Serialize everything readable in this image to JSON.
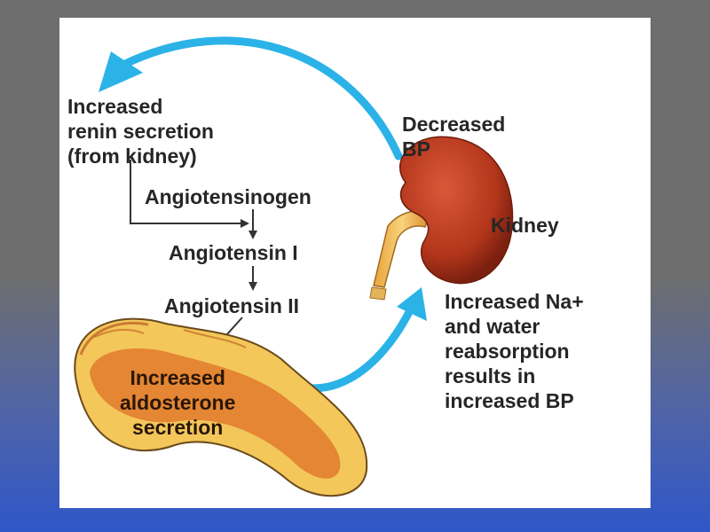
{
  "diagram": {
    "labels": {
      "renin": "Increased\nrenin secretion\n(from kidney)",
      "decreased_bp": "Decreased\nBP",
      "angiotensinogen": "Angiotensinogen",
      "angiotensin_1": "Angiotensin I",
      "angiotensin_2": "Angiotensin II",
      "kidney": "Kidney",
      "sodium_water": "Increased Na+\nand water\nreabsorption\nresults in\nincreased BP",
      "aldosterone": "Increased\naldosterone\nsecretion"
    },
    "colors": {
      "frame_top": "#6e6e6e",
      "frame_bottom": "#2f57c8",
      "panel": "#ffffff",
      "text": "#262626",
      "feedback_arrow": "#2bb3e8",
      "flow_arrow": "#333333",
      "kidney": "#b3361b",
      "adrenal_outer": "#f3c75a",
      "adrenal_inner": "#e07a2e"
    }
  }
}
